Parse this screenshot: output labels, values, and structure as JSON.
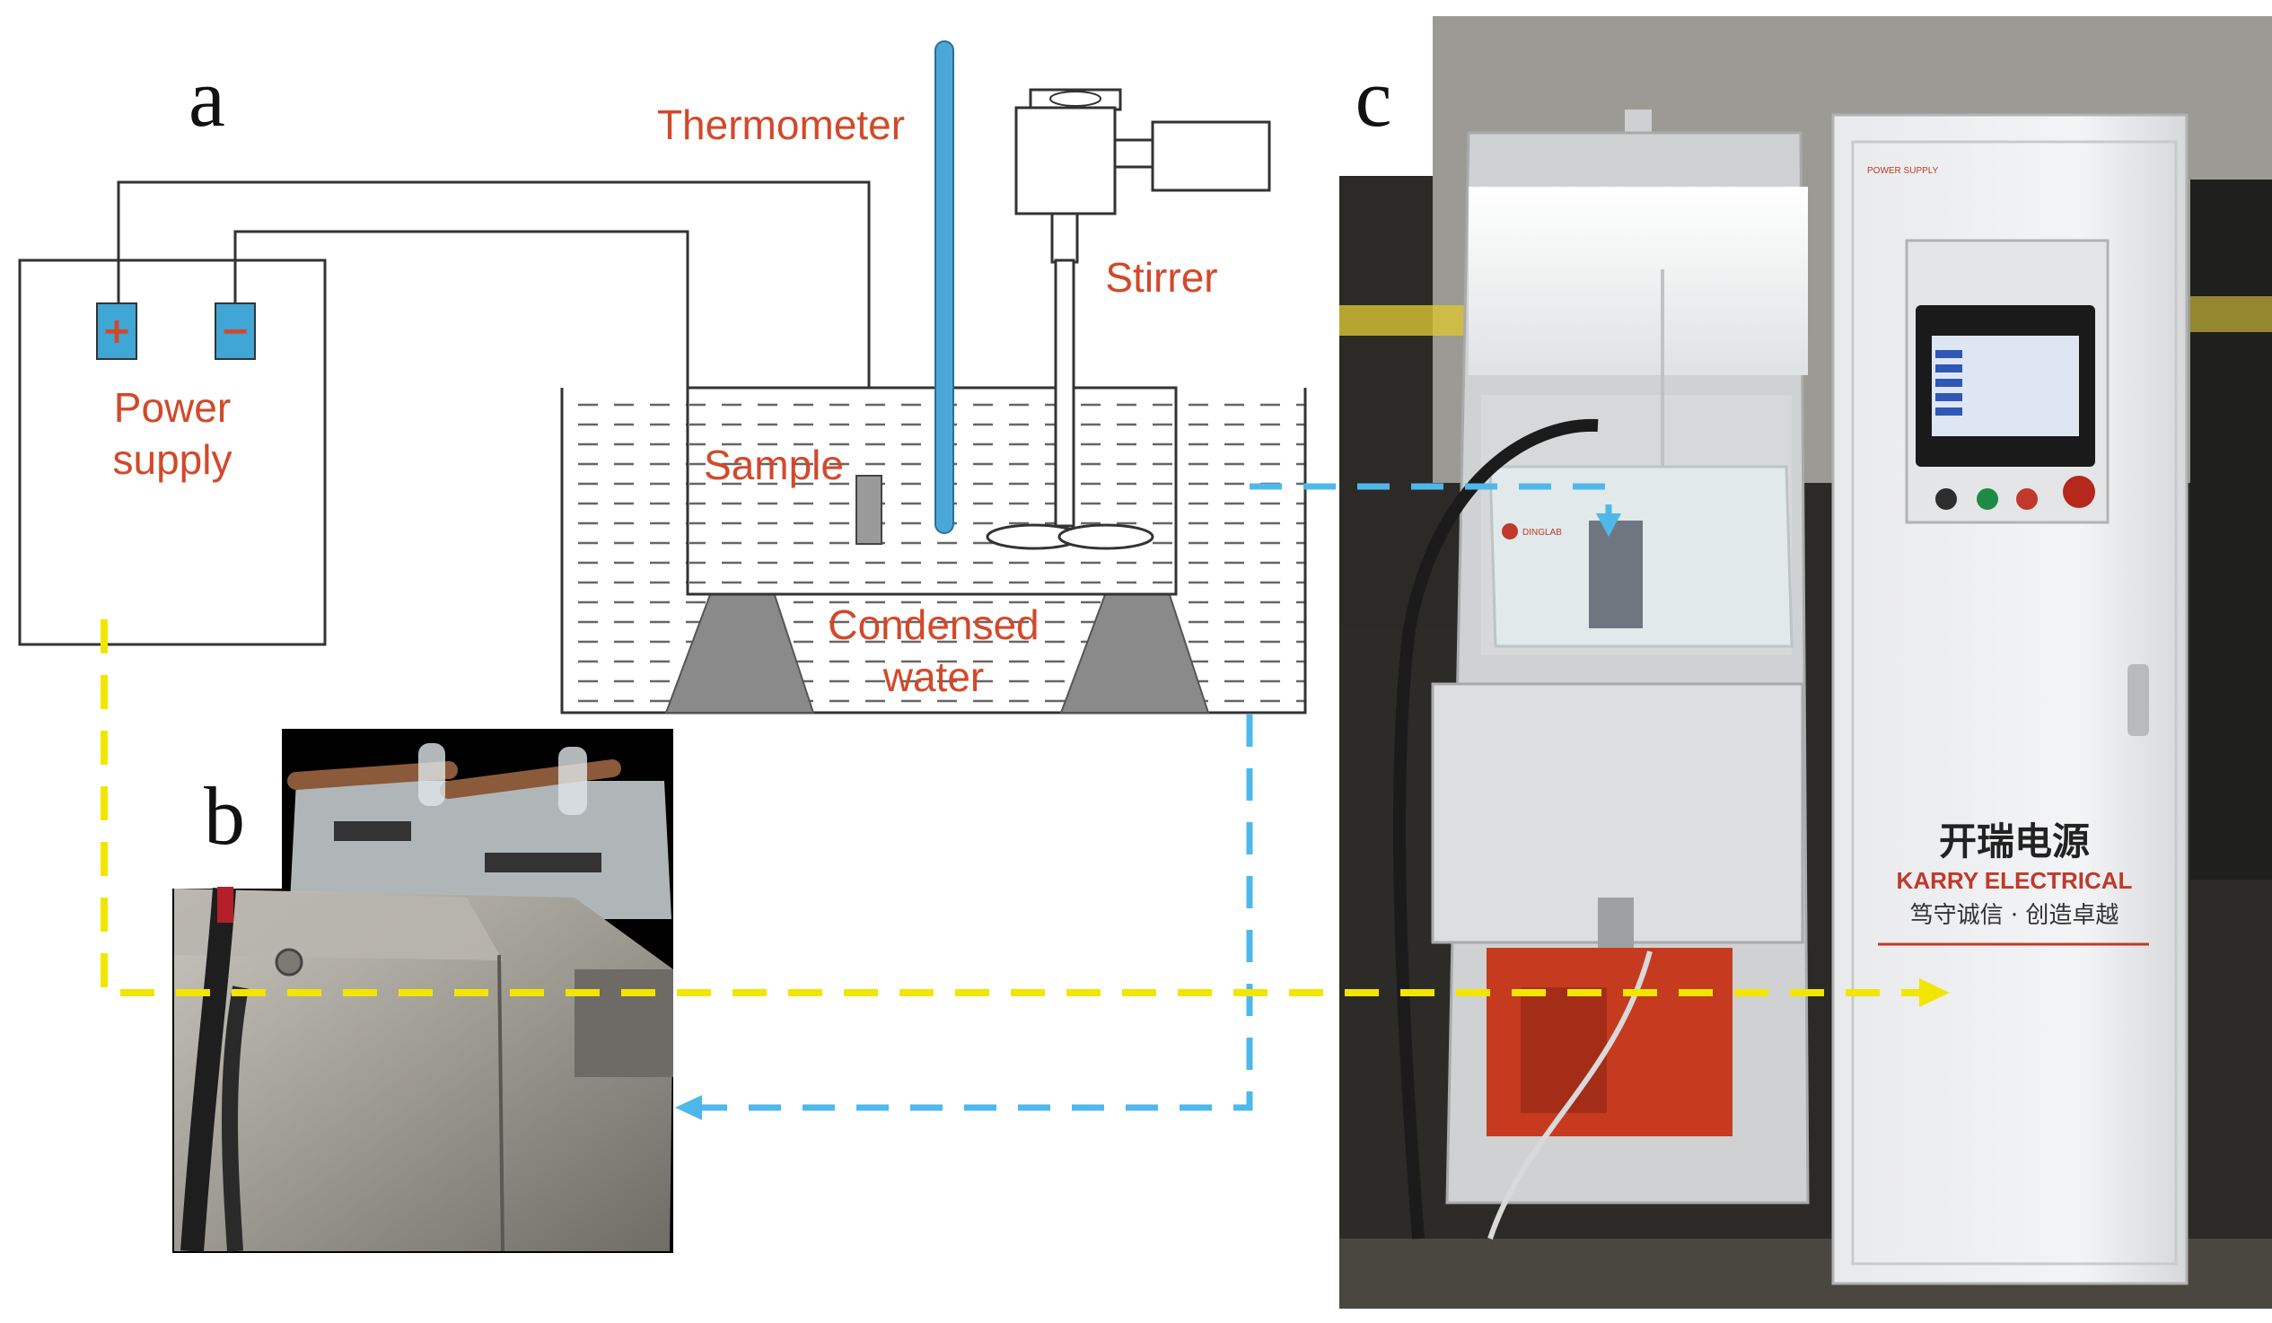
{
  "panels": {
    "a": {
      "letter": "a"
    },
    "b": {
      "letter": "b"
    },
    "c": {
      "letter": "c"
    }
  },
  "diagram_labels": {
    "thermometer": "Thermometer",
    "stirrer": "Stirrer",
    "power_supply_line1": "Power",
    "power_supply_line2": "supply",
    "sample": "Sample",
    "condensed_water_line1": "Condensed",
    "condensed_water_line2": "water",
    "terminal_positive": "+",
    "terminal_negative": "−"
  },
  "photo_c_labels": {
    "brand_chinese": "开瑞电源",
    "brand_english": "KARRY ELECTRICAL",
    "slogan": "笃守诚信 · 创造卓越",
    "panel_tag": "POWER SUPPLY"
  },
  "colors": {
    "label_red": "#d2492a",
    "thermometer_blue": "#4aa8d8",
    "terminal_blue": "#3fa6d6",
    "flow_blue_arrow": "#4fb8ea",
    "flow_yellow_arrow": "#f2e600"
  }
}
